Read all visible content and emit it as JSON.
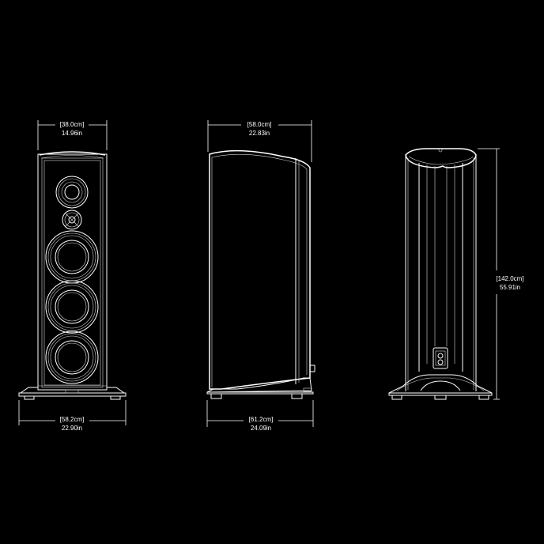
{
  "colors": {
    "background": "#000000",
    "line": "#ffffff"
  },
  "front_view": {
    "top_width_cm": "[38.0cm]",
    "top_width_in": "14.96in",
    "base_width_cm": "[58.2cm]",
    "base_width_in": "22.90in"
  },
  "side_view": {
    "top_depth_cm": "[58.0cm]",
    "top_depth_in": "22.83in",
    "base_depth_cm": "[61.2cm]",
    "base_depth_in": "24.09in"
  },
  "rear_view": {
    "height_cm": "[142.0cm]",
    "height_in": "55.91in"
  }
}
